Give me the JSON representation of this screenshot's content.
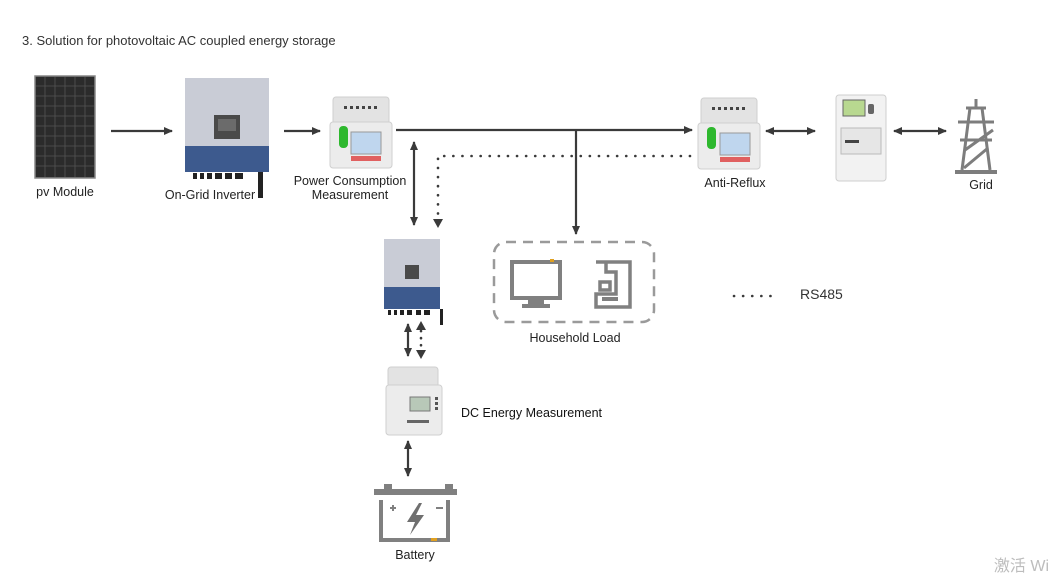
{
  "title": "3. Solution for photovoltaic AC coupled energy storage",
  "nodes": {
    "pv_module": {
      "label": "pv Module",
      "icon": "solar-panel-icon"
    },
    "on_grid_inverter": {
      "label": "On-Grid Inverter",
      "icon": "inverter-icon"
    },
    "power_consumption": {
      "label_line1": "Power Consumption",
      "label_line2": "Measurement",
      "icon": "din-meter-icon"
    },
    "anti_reflux": {
      "label": "Anti-Reflux",
      "icon": "din-meter-icon"
    },
    "utility_meter": {
      "label": "",
      "icon": "electricity-meter-icon"
    },
    "grid": {
      "label": "Grid",
      "icon": "transmission-tower-icon"
    },
    "storage_inverter": {
      "label": "",
      "icon": "inverter-icon"
    },
    "household_load": {
      "label": "Household Load",
      "icons": [
        "monitor-icon",
        "coffee-machine-icon"
      ]
    },
    "dc_energy": {
      "label": "DC Energy Measurement",
      "icon": "dc-meter-icon"
    },
    "battery": {
      "label": "Battery",
      "icon": "battery-icon"
    }
  },
  "legend": {
    "dotted_line_label": "RS485"
  },
  "colors": {
    "line": "#3a3a3a",
    "inverter_body": "#c9ccd6",
    "inverter_band": "#3d5a8e",
    "device_gray": "#808080",
    "accent_yellow": "#e0a020",
    "meter_green": "#2eb82e"
  },
  "watermark": "激活 Wi"
}
